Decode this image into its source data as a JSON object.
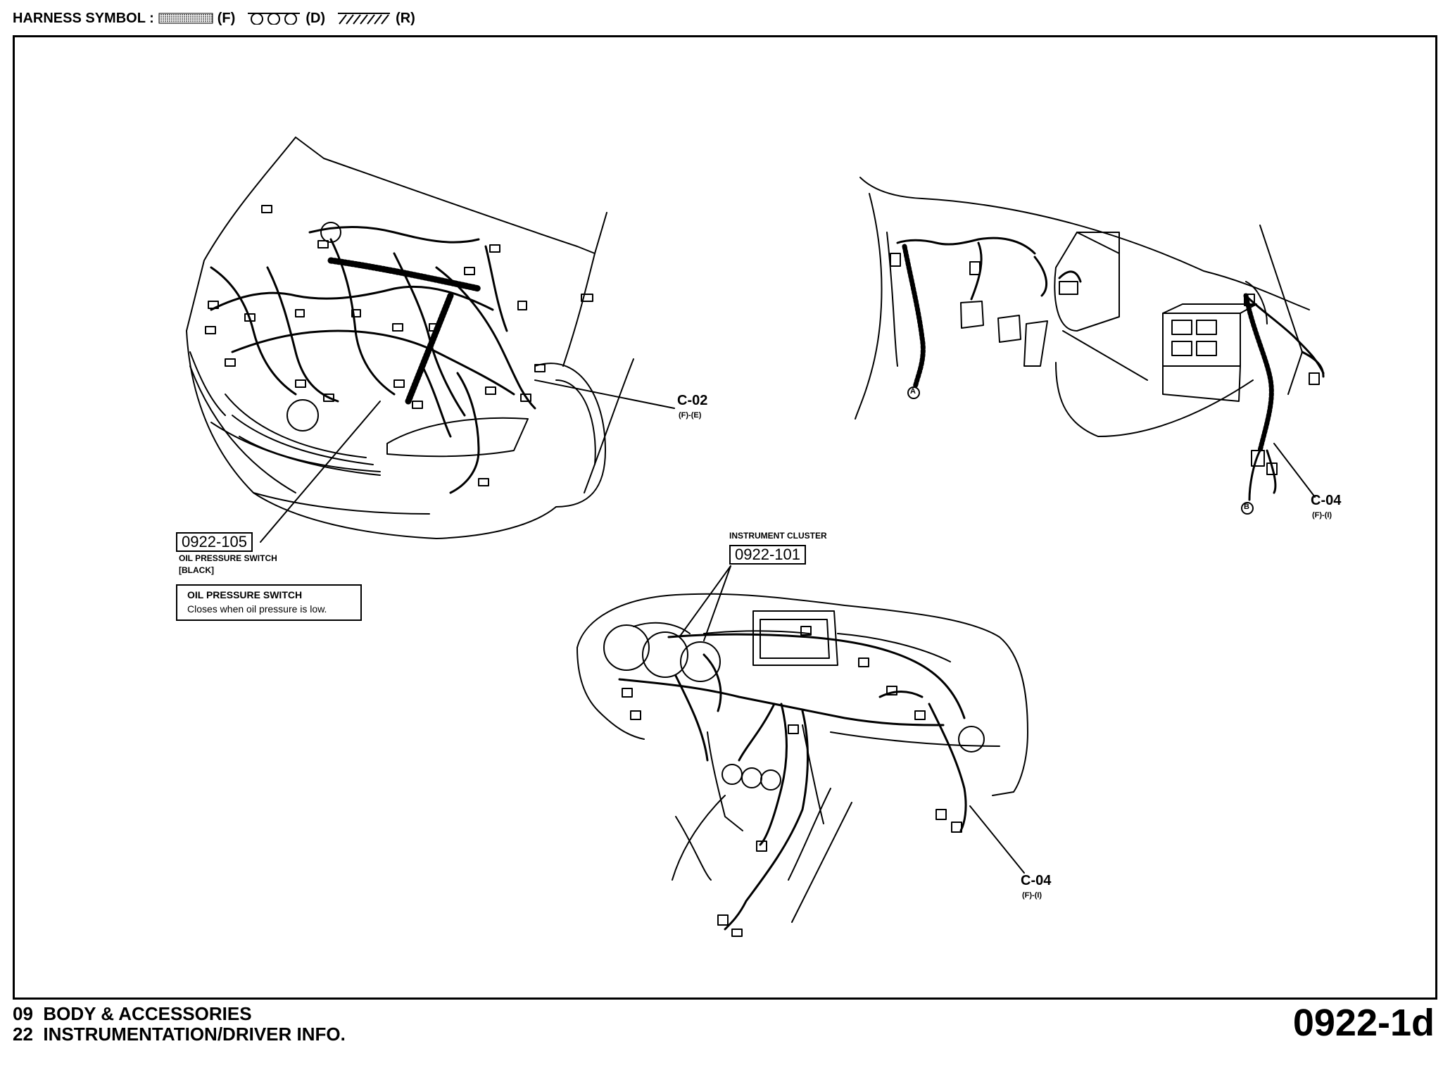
{
  "legend": {
    "label": "HARNESS SYMBOL :",
    "items": [
      {
        "symbol": "dotted-band",
        "code": "(F)"
      },
      {
        "symbol": "circle-chain",
        "code": "(D)"
      },
      {
        "symbol": "hatched-band",
        "code": "(R)"
      }
    ]
  },
  "engine_bay": {
    "connector_ref": "C-02",
    "connector_sub": "(F)-(E)",
    "part_number": "0922-105",
    "part_name": "OIL PRESSURE SWITCH",
    "part_color": "[BLACK]",
    "note_title": "OIL PRESSURE SWITCH",
    "note_text": "Closes when oil pressure is low."
  },
  "cabin_view": {
    "marker_a": "A",
    "marker_b": "B",
    "connector_ref": "C-04",
    "connector_sub": "(F)-(I)"
  },
  "dashboard": {
    "part_name": "INSTRUMENT CLUSTER",
    "part_number": "0922-101",
    "connector_ref": "C-04",
    "connector_sub": "(F)-(I)"
  },
  "footer": {
    "line1_num": "09",
    "line1_text": "BODY & ACCESSORIES",
    "line2_num": "22",
    "line2_text": "INSTRUMENTATION/DRIVER INFO.",
    "page_id": "0922-1d"
  },
  "colors": {
    "ink": "#000000",
    "paper": "#ffffff"
  }
}
